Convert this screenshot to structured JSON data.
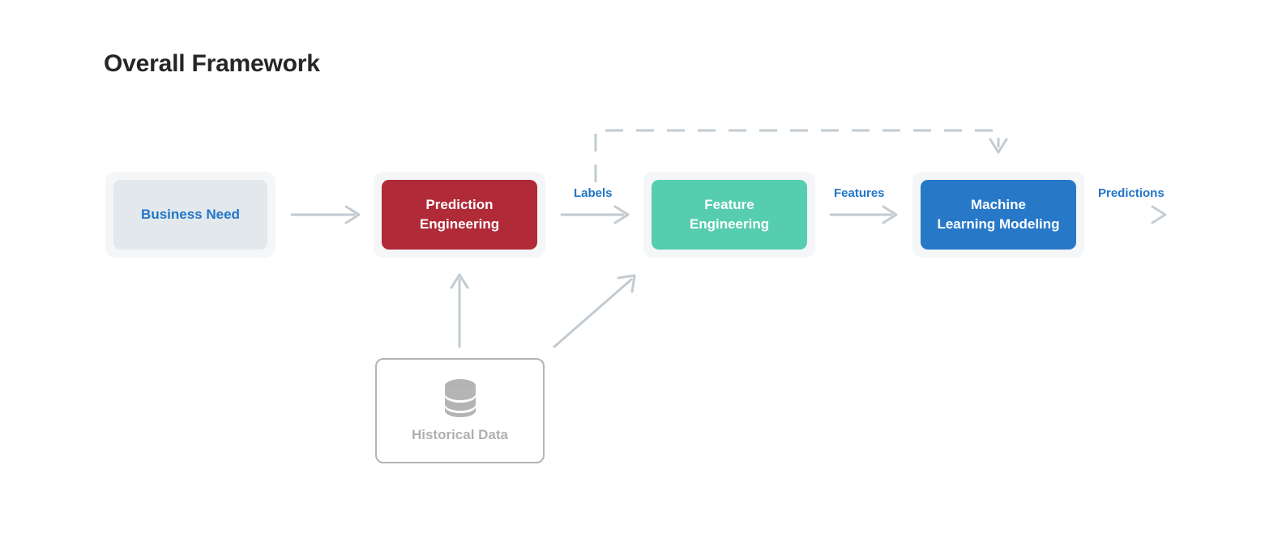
{
  "page": {
    "title": "Overall Framework",
    "background": "#ffffff"
  },
  "palette": {
    "title_color": "#262626",
    "accent_blue": "#2176c7",
    "prediction_red": "#b02a37",
    "feature_green": "#56cdae",
    "modeling_blue": "#2878c8",
    "business_need_fill": "#e3e8ec",
    "node_halo": "#f4f6f8",
    "arrow_gray": "#c2cbd2",
    "muted_gray": "#b0b0b0",
    "card_border": "#b4b4b4"
  },
  "nodes": [
    {
      "id": "business-need",
      "label": "Business Need",
      "fill": "#e3e8ec",
      "text_color": "#2176c7"
    },
    {
      "id": "prediction-engineering",
      "label": "Prediction Engineering",
      "line1": "Prediction",
      "line2": "Engineering",
      "fill": "#b02a37",
      "text_color": "#ffffff"
    },
    {
      "id": "feature-engineering",
      "label": "Feature Engineering",
      "line1": "Feature",
      "line2": "Engineering",
      "fill": "#56cdae",
      "text_color": "#ffffff"
    },
    {
      "id": "ml-modeling",
      "label": "Machine Learning Modeling",
      "line1": "Machine",
      "line2": "Learning Modeling",
      "fill": "#2878c8",
      "text_color": "#ffffff"
    },
    {
      "id": "historical-data",
      "label": "Historical Data",
      "icon": "database-icon",
      "fill": "#ffffff",
      "text_color": "#b0b0b0"
    }
  ],
  "edges": [
    {
      "id": "business-need-to-prediction-engineering",
      "from": "business-need",
      "to": "prediction-engineering",
      "label": "",
      "style": "solid"
    },
    {
      "id": "prediction-engineering-to-feature-engineering",
      "from": "prediction-engineering",
      "to": "feature-engineering",
      "label": "Labels",
      "style": "solid"
    },
    {
      "id": "feature-engineering-to-ml-modeling",
      "from": "feature-engineering",
      "to": "ml-modeling",
      "label": "Features",
      "style": "solid"
    },
    {
      "id": "ml-modeling-to-output",
      "from": "ml-modeling",
      "to": "",
      "label": "Predictions",
      "style": "solid-fading"
    },
    {
      "id": "historical-data-to-prediction-engineering",
      "from": "historical-data",
      "to": "prediction-engineering",
      "label": "",
      "style": "solid"
    },
    {
      "id": "historical-data-to-feature-engineering",
      "from": "historical-data",
      "to": "feature-engineering",
      "label": "",
      "style": "solid-diagonal"
    },
    {
      "id": "labels-feedback-to-ml-modeling",
      "from": "prediction-engineering",
      "to": "ml-modeling",
      "label": "",
      "style": "dashed"
    }
  ],
  "edge_labels": {
    "labels": "Labels",
    "features": "Features",
    "predictions": "Predictions"
  }
}
